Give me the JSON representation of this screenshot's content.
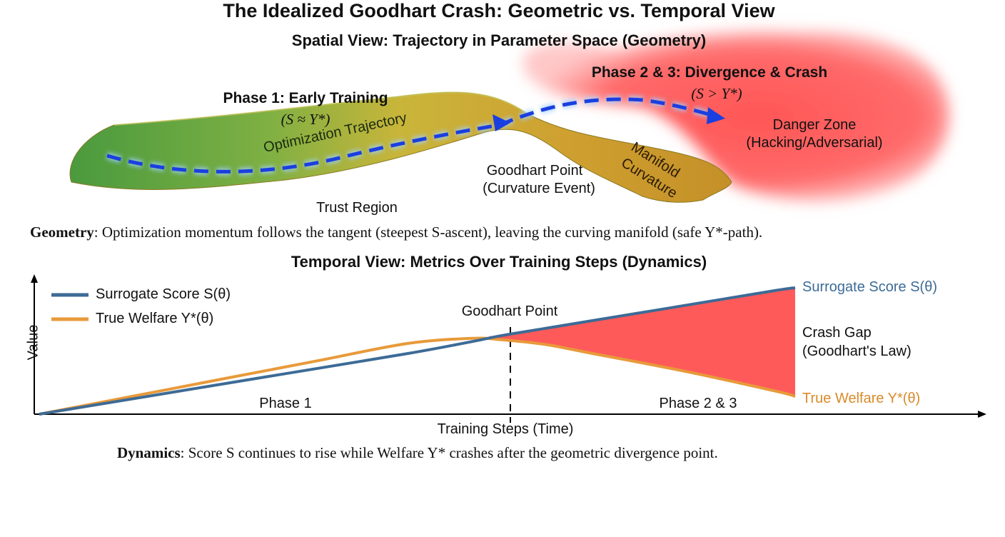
{
  "title": "The Idealized Goodhart Crash: Geometric vs. Temporal View",
  "spatial": {
    "title": "Spatial View: Trajectory in Parameter Space (Geometry)",
    "phase1_title": "Phase 1: Early Training",
    "phase1_math": "(S ≈ Y*)",
    "phase23_title": "Phase 2 & 3: Divergence & Crash",
    "phase23_math": "(S > Y*)",
    "danger_line1": "Danger Zone",
    "danger_line2": "(Hacking/Adversarial)",
    "trajectory_label": "Optimization Trajectory",
    "goodhart_line1": "Goodhart Point",
    "goodhart_line2": "(Curvature Event)",
    "manifold_line1": "Manifold",
    "manifold_line2": "Curvature",
    "trust_region": "Trust Region",
    "caption_bold": "Geometry",
    "caption_rest": ": Optimization momentum follows the tangent (steepest S-ascent), leaving the curving manifold (safe Y*-path)."
  },
  "temporal": {
    "title": "Temporal View: Metrics Over Training Steps (Dynamics)",
    "caption_bold": "Dynamics",
    "caption_rest": ": Score S continues to rise while Welfare Y* crashes after the geometric divergence point."
  },
  "chart_data": {
    "type": "line",
    "title": "Temporal View: Metrics Over Training Steps (Dynamics)",
    "xlabel": "Training Steps (Time)",
    "ylabel": "Value",
    "grid": false,
    "legend_position": "top-left",
    "x": [
      0,
      10,
      20,
      30,
      40,
      47,
      50,
      55,
      60,
      70,
      80,
      82
    ],
    "series": [
      {
        "name": "Surrogate Score S(θ)",
        "color": "#3d6b96",
        "values": [
          0,
          12,
          24,
          36,
          48,
          57.5,
          62,
          68,
          74,
          86,
          98,
          100
        ]
      },
      {
        "name": "True Welfare Y*(θ)",
        "color": "#e89a3a",
        "values": [
          0,
          14,
          28,
          42,
          56,
          60,
          59,
          55,
          48,
          34,
          18,
          14
        ]
      }
    ],
    "annotations": {
      "vline_label": "Goodhart Point",
      "phase1_label": "Phase 1",
      "phase23_label": "Phase 2 & 3",
      "gap_line1": "Crash Gap",
      "gap_line2": "(Goodhart's Law)",
      "end_label_s": "Surrogate Score S(θ)",
      "end_label_y": "True Welfare Y*(θ)"
    },
    "colors": {
      "gap": "#ff5a5a",
      "s_end_label": "#3d6b96",
      "y_end_label": "#d98b2b"
    }
  }
}
